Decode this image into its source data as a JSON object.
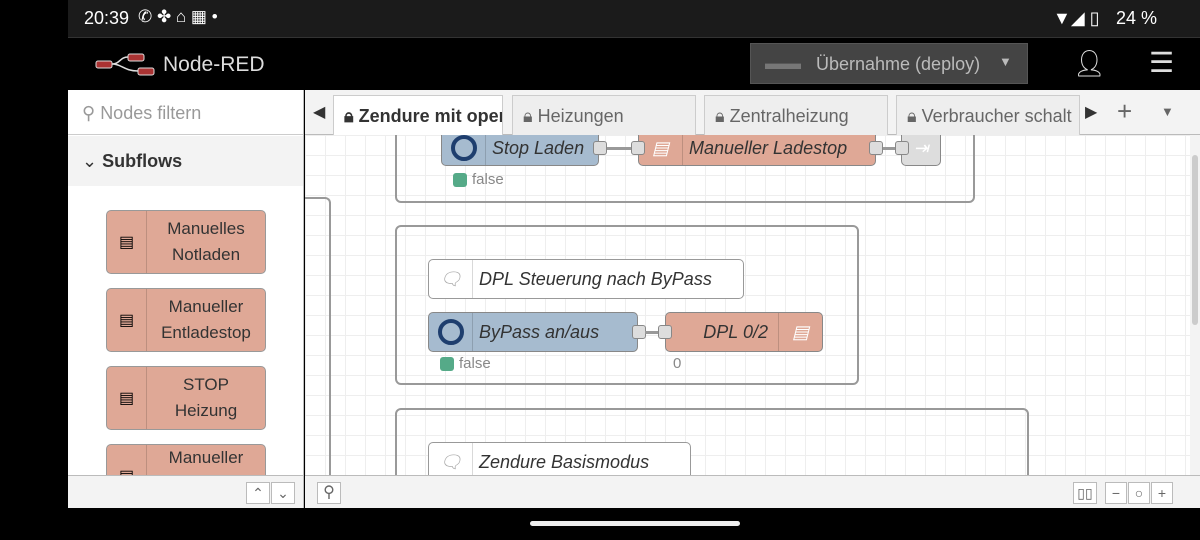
{
  "status_bar": {
    "time": "20:39",
    "battery": "24 %"
  },
  "header": {
    "app_title": "Node-RED",
    "deploy_label": "Übernahme (deploy)"
  },
  "sidebar": {
    "filter_placeholder": "Nodes filtern",
    "category": "Subflows",
    "nodes": [
      {
        "label1": "Manuelles",
        "label2": "Notladen"
      },
      {
        "label1": "Manueller",
        "label2": "Entladestop"
      },
      {
        "label1": "STOP",
        "label2": "Heizung"
      },
      {
        "label1": "Manueller",
        "label2": ""
      }
    ]
  },
  "tabs": [
    {
      "label": "Zendure mit open"
    },
    {
      "label": "Heizungen"
    },
    {
      "label": "Zentralheizung"
    },
    {
      "label": "Verbraucher schalt"
    }
  ],
  "canvas": {
    "group1": {
      "inject": "Stop Laden",
      "inject_status": "false",
      "subflow": "Manueller Ladestop"
    },
    "group2": {
      "comment": "DPL Steuerung nach ByPass",
      "inject": "ByPass an/aus",
      "inject_status": "false",
      "subflow": "DPL 0/2",
      "subflow_status": "0"
    },
    "group3": {
      "comment": "Zendure Basismodus"
    }
  },
  "colors": {
    "inject": "#a6bbcf",
    "subflow": "#dfa896",
    "status_green": "#5a8"
  }
}
